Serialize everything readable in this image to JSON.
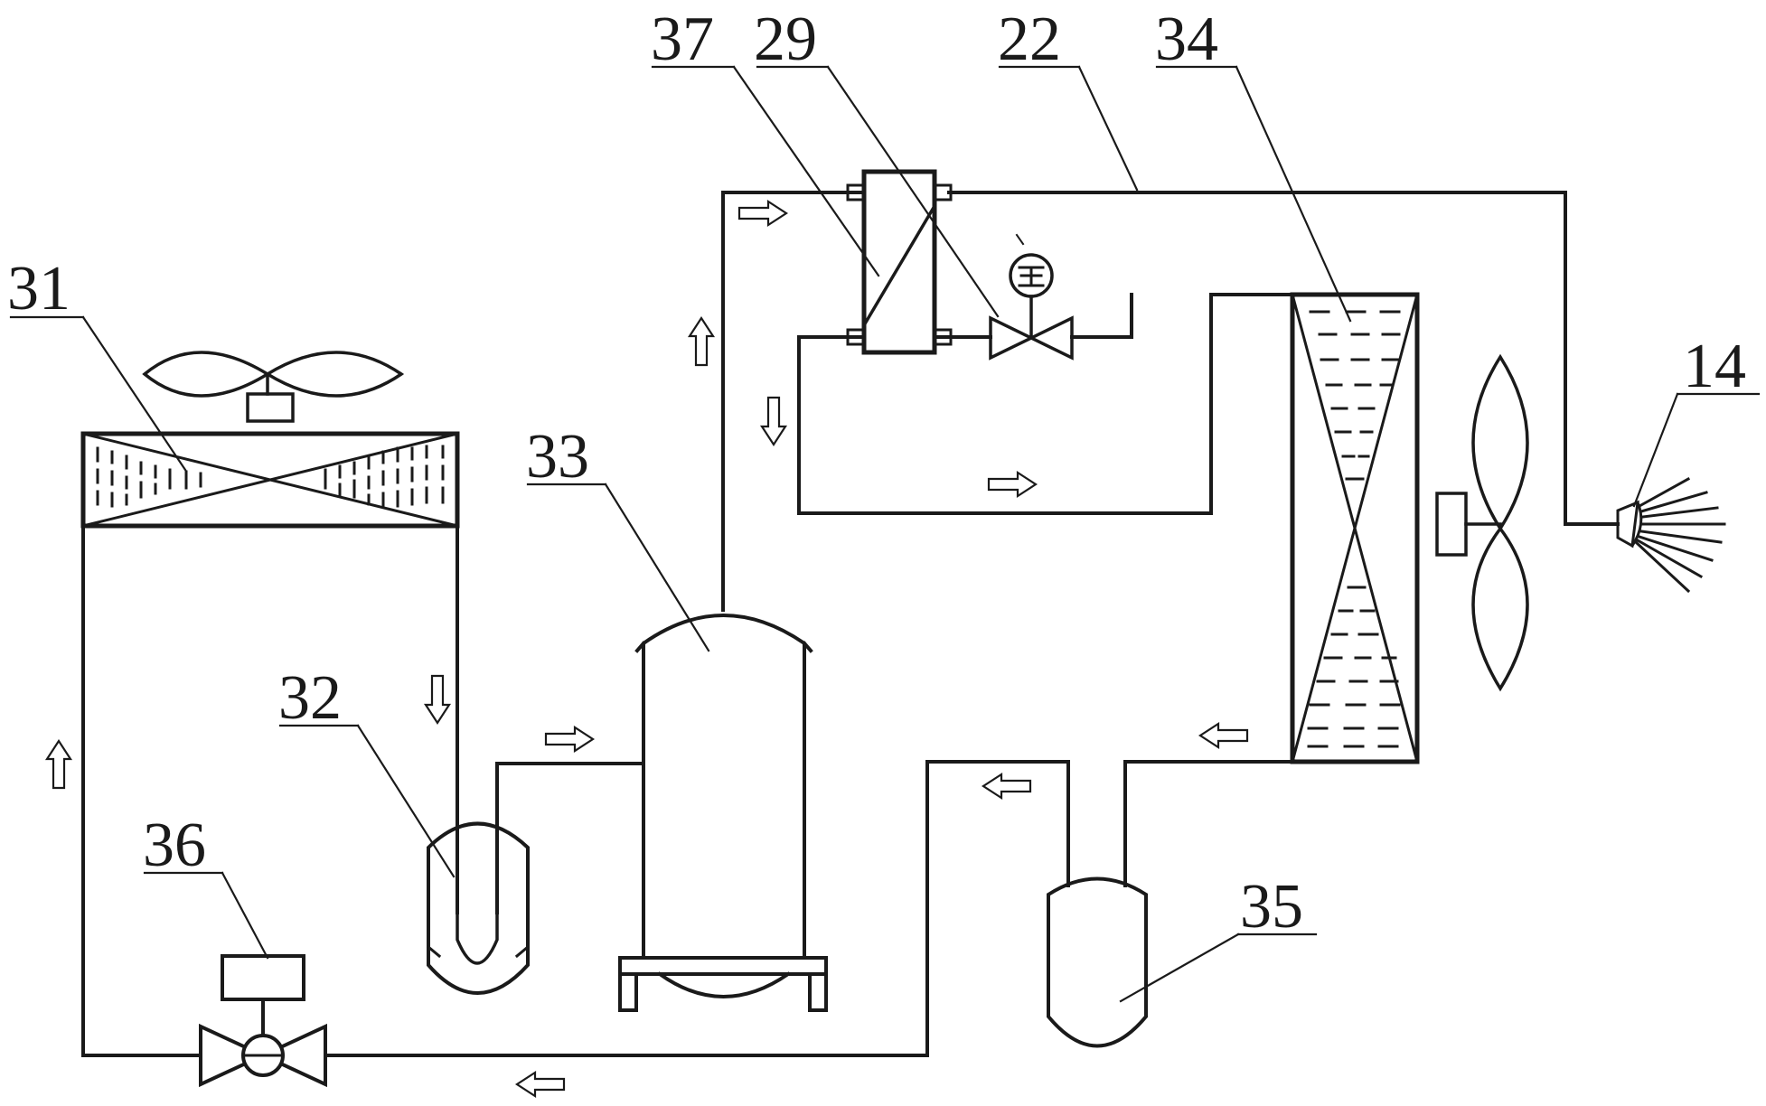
{
  "labels": {
    "l31": "31",
    "l37": "37",
    "l29": "29",
    "l22": "22",
    "l34": "34",
    "l14": "14",
    "l33": "33",
    "l32": "32",
    "l36": "36",
    "l35": "35"
  },
  "colors": {
    "line": "#1a1a1a",
    "background": "#ffffff"
  }
}
